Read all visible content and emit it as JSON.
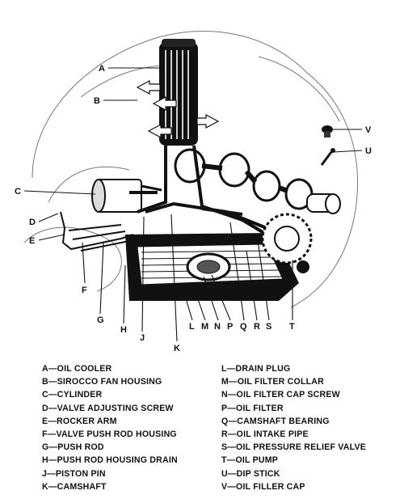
{
  "callouts": [
    "A",
    "B",
    "C",
    "D",
    "E",
    "F",
    "G",
    "H",
    "J",
    "K",
    "L",
    "M",
    "N",
    "P",
    "Q",
    "R",
    "S",
    "T",
    "U",
    "V"
  ],
  "legend": {
    "left": [
      "A—OIL COOLER",
      "B—SIROCCO FAN HOUSING",
      "C—CYLINDER",
      "D—VALVE ADJUSTING SCREW",
      "E—ROCKER ARM",
      "F—VALVE PUSH ROD HOUSING",
      "G—PUSH ROD",
      "H—PUSH ROD HOUSING DRAIN",
      "J—PISTON PIN",
      "K—CAMSHAFT"
    ],
    "right": [
      "L—DRAIN PLUG",
      "M—OIL FILTER COLLAR",
      "N—OIL FILTER CAP SCREW",
      "P—OIL FILTER",
      "Q—CAMSHAFT BEARING",
      "R—OIL INTAKE PIPE",
      "S—OIL PRESSURE RELIEF VALVE",
      "T—OIL PUMP",
      "U—DIP STICK",
      "V—OIL FILLER CAP"
    ]
  }
}
